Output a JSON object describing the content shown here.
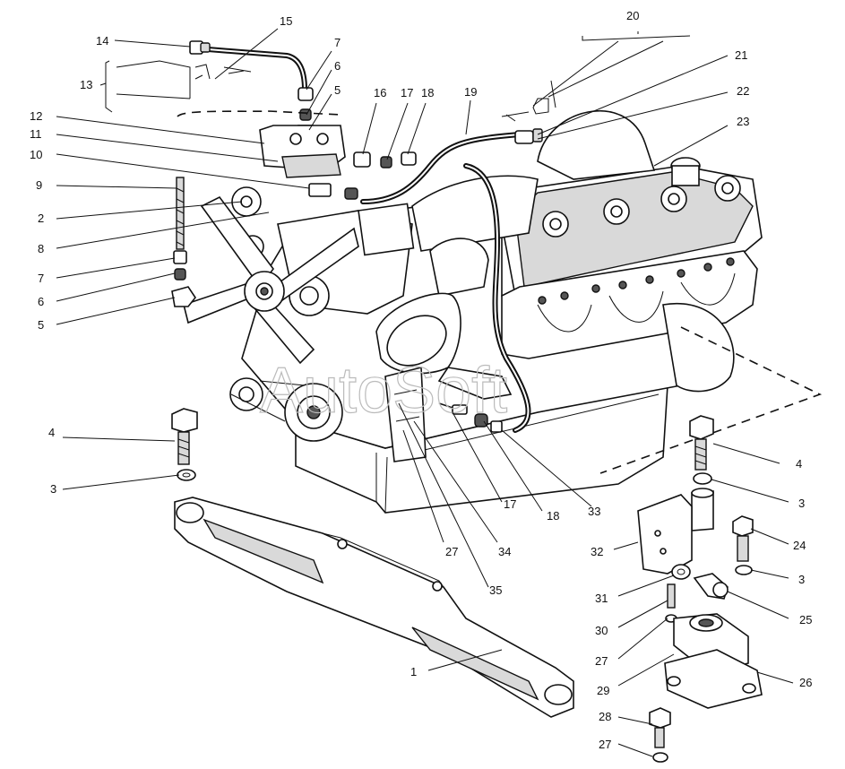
{
  "watermark": "AutoSoft",
  "callouts": [
    {
      "id": "15",
      "text": "15"
    },
    {
      "id": "14",
      "text": "14"
    },
    {
      "id": "13",
      "text": "13"
    },
    {
      "id": "7a",
      "text": "7"
    },
    {
      "id": "6a",
      "text": "6"
    },
    {
      "id": "5a",
      "text": "5"
    },
    {
      "id": "16",
      "text": "16"
    },
    {
      "id": "17a",
      "text": "17"
    },
    {
      "id": "18a",
      "text": "18"
    },
    {
      "id": "19",
      "text": "19"
    },
    {
      "id": "20",
      "text": "20"
    },
    {
      "id": "21",
      "text": "21"
    },
    {
      "id": "22",
      "text": "22"
    },
    {
      "id": "23",
      "text": "23"
    },
    {
      "id": "12",
      "text": "12"
    },
    {
      "id": "11",
      "text": "11"
    },
    {
      "id": "10",
      "text": "10"
    },
    {
      "id": "9",
      "text": "9"
    },
    {
      "id": "2",
      "text": "2"
    },
    {
      "id": "8",
      "text": "8"
    },
    {
      "id": "7b",
      "text": "7"
    },
    {
      "id": "6b",
      "text": "6"
    },
    {
      "id": "5b",
      "text": "5"
    },
    {
      "id": "4a",
      "text": "4"
    },
    {
      "id": "3a",
      "text": "3"
    },
    {
      "id": "4b",
      "text": "4"
    },
    {
      "id": "3b",
      "text": "3"
    },
    {
      "id": "17b",
      "text": "17"
    },
    {
      "id": "18b",
      "text": "18"
    },
    {
      "id": "33",
      "text": "33"
    },
    {
      "id": "27a",
      "text": "27"
    },
    {
      "id": "34",
      "text": "34"
    },
    {
      "id": "35",
      "text": "35"
    },
    {
      "id": "32",
      "text": "32"
    },
    {
      "id": "24",
      "text": "24"
    },
    {
      "id": "3c",
      "text": "3"
    },
    {
      "id": "31",
      "text": "31"
    },
    {
      "id": "25",
      "text": "25"
    },
    {
      "id": "30",
      "text": "30"
    },
    {
      "id": "27b",
      "text": "27"
    },
    {
      "id": "29",
      "text": "29"
    },
    {
      "id": "26",
      "text": "26"
    },
    {
      "id": "28",
      "text": "28"
    },
    {
      "id": "27c",
      "text": "27"
    },
    {
      "id": "1",
      "text": "1"
    }
  ]
}
